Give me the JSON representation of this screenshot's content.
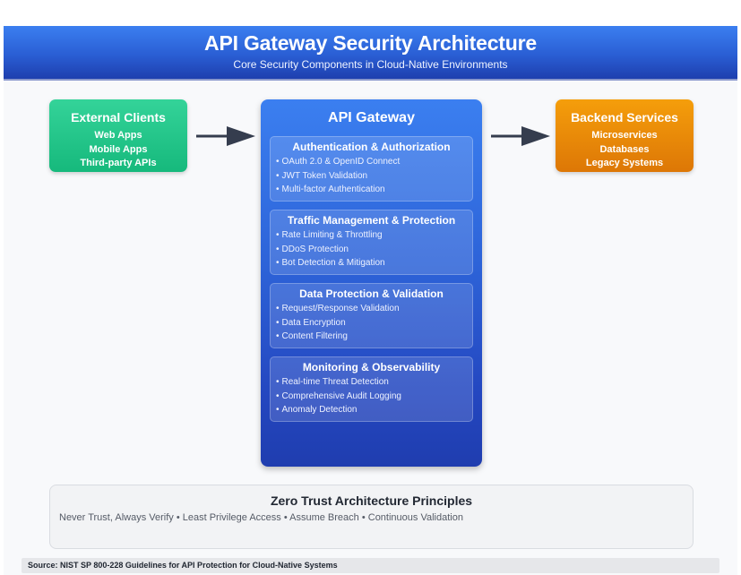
{
  "header": {
    "title": "API Gateway Security Architecture",
    "subtitle": "Core Security Components in Cloud-Native Environments"
  },
  "clients": {
    "title": "External Clients",
    "items": [
      "Web Apps",
      "Mobile Apps",
      "Third-party APIs"
    ],
    "color": "#22c58a"
  },
  "gateway": {
    "title": "API Gateway",
    "color": "#2d63d8",
    "sections": [
      {
        "title": "Authentication & Authorization",
        "items": [
          "OAuth 2.0 & OpenID Connect",
          "JWT Token Validation",
          "Multi-factor Authentication"
        ]
      },
      {
        "title": "Traffic Management & Protection",
        "items": [
          "Rate Limiting & Throttling",
          "DDoS Protection",
          "Bot Detection & Mitigation"
        ]
      },
      {
        "title": "Data Protection & Validation",
        "items": [
          "Request/Response Validation",
          "Data Encryption",
          "Content Filtering"
        ]
      },
      {
        "title": "Monitoring & Observability",
        "items": [
          "Real-time Threat Detection",
          "Comprehensive Audit Logging",
          "Anomaly Detection"
        ]
      }
    ]
  },
  "backend": {
    "title": "Backend Services",
    "items": [
      "Microservices",
      "Databases",
      "Legacy Systems"
    ],
    "color": "#e88a08"
  },
  "arrows": {
    "icon": "arrow-right-icon",
    "color": "#353d4e"
  },
  "zero_trust": {
    "title": "Zero Trust Architecture Principles",
    "text": "Never Trust, Always Verify • Least Privilege Access • Assume Breach • Continuous Validation"
  },
  "source": {
    "text": "Source: NIST SP 800-228 Guidelines for API Protection for Cloud-Native Systems"
  },
  "bullet": "•"
}
